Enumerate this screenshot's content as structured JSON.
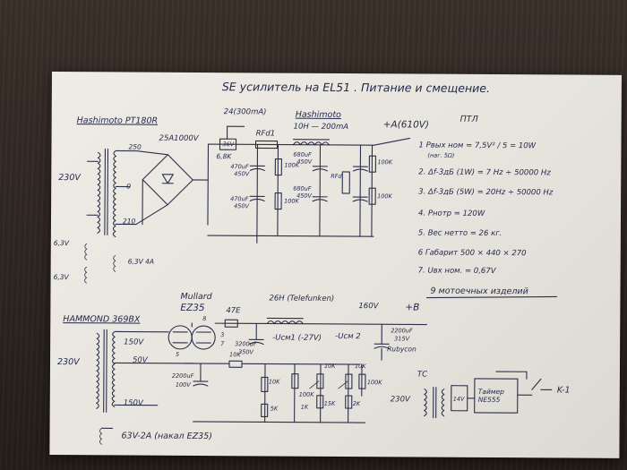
{
  "sheet": {
    "title": "SE усилитель   на EL51 . Питание и смещение.",
    "corner_mark": "ПТЛ",
    "top": {
      "transformer_brand": "Hashimoto PT180R",
      "winding_primary": "230V",
      "tap_250": "250",
      "tap_0": "0",
      "tap_210": "210",
      "heater_a": "6,3V",
      "heater_b": "6,3V",
      "heater_c": "6,3V 4A",
      "bridge": "25A1000V",
      "zener": "24(300mA)",
      "zener_box": "36V",
      "r_68k": "6,8K",
      "rfd1": "RFd1",
      "choke_brand": "Hashimoto",
      "choke_spec": "10H — 200mA",
      "output_rail": "+A(610V)",
      "c1a": "470uF",
      "c1b": "450V",
      "c2a": "470uF",
      "c2b": "450V",
      "c3a": "680uF",
      "c3b": "450V",
      "c4a": "680uF",
      "c4b": "450V",
      "r100_1": "100K",
      "r100_2": "100K",
      "r100_3": "100K",
      "r100_4": "100K",
      "rfd2": "RFd",
      "spec_1": "1  Pвых ном = 7,5V² / 5 = 10W",
      "spec_1b": "(нaг. 5Ω)",
      "spec_2": "2.  Δf-3дБ (1W) = 7 Hz ÷ 50000 Hz",
      "spec_3": "3.  Δf-3дБ (5W) = 20Hz ÷ 50000 Hz",
      "spec_4": "4.  Pнoтр = 120W",
      "spec_5": "5.  Вес нетто = 26 кг.",
      "spec_6": "6  Габарит  500 × 440 × 270",
      "spec_7": "7.  Uвх ном. = 0,67V",
      "note": "9 мотоечных изделий"
    },
    "bottom": {
      "transformer_brand": "HAMMOND  369BX",
      "winding_primary": "230V",
      "tap_150a": "150V",
      "tap_50": "50V",
      "tap_150b": "150V",
      "heater": "63V-2A (накал EZ35)",
      "tube_brand": "Mullard",
      "tube": "EZ35",
      "pin_8": "8",
      "pin_7": "7",
      "pin_5": "5",
      "pin_3": "3",
      "r_47e": "47E",
      "choke": "26H (Telefunken)",
      "rail_160": "160V",
      "rail_b": "+B",
      "c_out_a": "2200uF",
      "c_out_b": "315V",
      "rubycon": "Rubycon",
      "c_mid_a": "3200uF",
      "c_mid_b": "350V",
      "neg_bias_1": "-Ucм1 (-27V)",
      "neg_bias_2": "-Ucм 2",
      "c_left_a": "2200uF",
      "c_left_b": "100V",
      "r_10k_a": "10K",
      "r_10k_b": "10K",
      "r_10k_c": "10K",
      "r_10k_d": "10K",
      "r_100k_a": "100K",
      "r_100k_b": "100K",
      "r_15k": "15K",
      "r_5k": "5K",
      "r_2k": "2K",
      "r_1k": "1K",
      "tc_label": "TC",
      "tc_primary": "230V",
      "tc_secondary": "14V",
      "timer_box": "Таймер NE555",
      "relay": "K-1"
    }
  }
}
